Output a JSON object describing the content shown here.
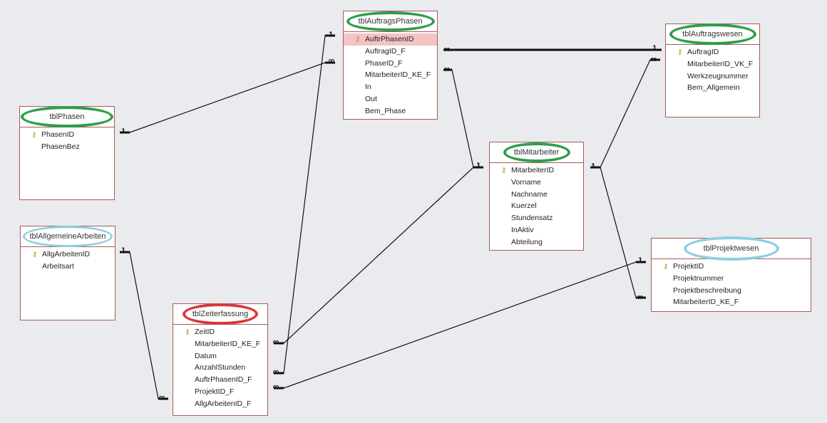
{
  "tables": [
    {
      "id": "tblAuftragsPhasen",
      "name": "tblAuftragsPhasen",
      "oval": "#2e9e4a",
      "fields": [
        {
          "name": "AuftrPhasenID",
          "key": true,
          "selected": true
        },
        {
          "name": "AuftragID_F"
        },
        {
          "name": "PhaseID_F"
        },
        {
          "name": "MitarbeiterID_KE_F"
        },
        {
          "name": "In"
        },
        {
          "name": "Out"
        },
        {
          "name": "Bem_Phase"
        }
      ]
    },
    {
      "id": "tblAuftragswesen",
      "name": "tblAuftragswesen",
      "oval": "#2e9e4a",
      "fields": [
        {
          "name": "AuftragID",
          "key": true
        },
        {
          "name": "MitarbeiterID_VK_F"
        },
        {
          "name": "Werkzeugnummer"
        },
        {
          "name": "Bem_Allgemein"
        }
      ]
    },
    {
      "id": "tblPhasen",
      "name": "tblPhasen",
      "oval": "#2e9e4a",
      "fields": [
        {
          "name": "PhasenID",
          "key": true
        },
        {
          "name": "PhasenBez"
        }
      ]
    },
    {
      "id": "tblMitarbeiter",
      "name": "tblMitarbeiter",
      "oval": "#2e9e4a",
      "fields": [
        {
          "name": "MitarbeiterID",
          "key": true
        },
        {
          "name": "Vorname"
        },
        {
          "name": "Nachname"
        },
        {
          "name": "Kuerzel"
        },
        {
          "name": "Stundensatz"
        },
        {
          "name": "InAktiv"
        },
        {
          "name": "Abteilung"
        }
      ]
    },
    {
      "id": "tblAllgemeineArbeiten",
      "name": "tblAllgemeineArbeiten",
      "oval": "#8fcfe0",
      "fields": [
        {
          "name": "AllgArbeitenID",
          "key": true
        },
        {
          "name": "Arbeitsart"
        }
      ]
    },
    {
      "id": "tblProjektwesen",
      "name": "tblProjektwesen",
      "oval": "#8fcfe0",
      "fields": [
        {
          "name": "ProjektID",
          "key": true
        },
        {
          "name": "Projektnummer"
        },
        {
          "name": "Projektbeschreibung"
        },
        {
          "name": "MitarbeiterID_KE_F"
        }
      ]
    },
    {
      "id": "tblZeiterfassung",
      "name": "tblZeiterfassung",
      "oval": "#d8383a",
      "fields": [
        {
          "name": "ZeitID",
          "key": true
        },
        {
          "name": "MitarbeiterID_KE_F"
        },
        {
          "name": "Datum"
        },
        {
          "name": "AnzahlStunden"
        },
        {
          "name": "AuftrPhasenID_F"
        },
        {
          "name": "ProjektID_F"
        },
        {
          "name": "AllgArbeitenID_F"
        }
      ]
    }
  ],
  "relationships": [
    {
      "from": "tblPhasen",
      "from_card": "1",
      "to": "tblAuftragsPhasen",
      "to_card": "∞"
    },
    {
      "from": "tblAuftragswesen",
      "from_card": "1",
      "to": "tblAuftragsPhasen",
      "to_card": "∞"
    },
    {
      "from": "tblMitarbeiter",
      "from_card": "1",
      "to": "tblAuftragsPhasen",
      "to_card": "∞"
    },
    {
      "from": "tblMitarbeiter",
      "from_card": "1",
      "to": "tblAuftragswesen",
      "to_card": "∞"
    },
    {
      "from": "tblMitarbeiter",
      "from_card": "1",
      "to": "tblProjektwesen",
      "to_card": "∞"
    },
    {
      "from": "tblMitarbeiter",
      "from_card": "1",
      "to": "tblZeiterfassung",
      "to_card": "∞"
    },
    {
      "from": "tblAuftragsPhasen",
      "from_card": "1",
      "to": "tblZeiterfassung",
      "to_card": "∞"
    },
    {
      "from": "tblProjektwesen",
      "from_card": "1",
      "to": "tblZeiterfassung",
      "to_card": "∞"
    },
    {
      "from": "tblAllgemeineArbeiten",
      "from_card": "1",
      "to": "tblZeiterfassung",
      "to_card": "∞"
    }
  ],
  "key_icon": "key-icon",
  "line_color": "#111111"
}
